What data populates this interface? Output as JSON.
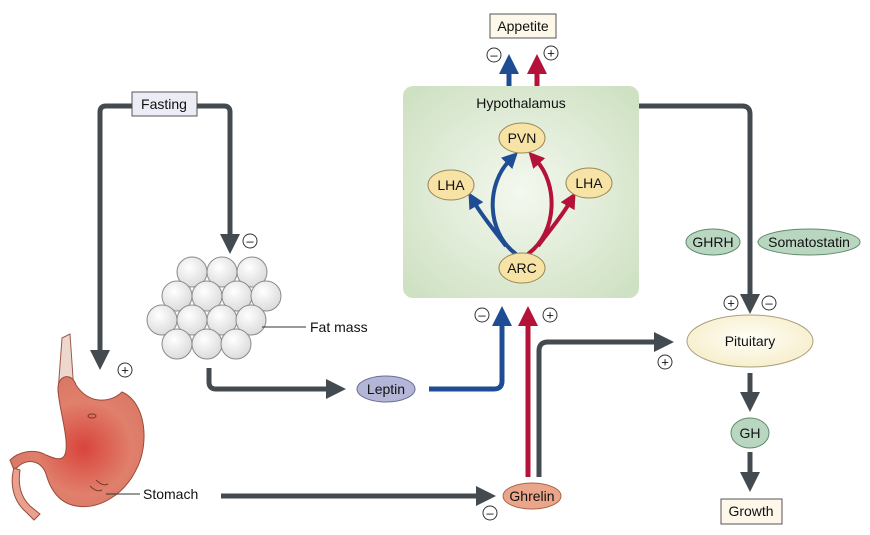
{
  "labels": {
    "appetite": "Appetite",
    "fasting": "Fasting",
    "hypothalamus": "Hypothalamus",
    "pvn": "PVN",
    "lha_left": "LHA",
    "lha_right": "LHA",
    "arc": "ARC",
    "ghrh": "GHRH",
    "somatostatin": "Somatostatin",
    "pituitary": "Pituitary",
    "gh": "GH",
    "growth": "Growth",
    "fat_mass": "Fat mass",
    "leptin": "Leptin",
    "ghrelin": "Ghrelin",
    "stomach": "Stomach"
  },
  "signs": {
    "appetite_leptin": "–",
    "appetite_ghrelin": "+",
    "fasting_fat": "–",
    "fasting_stomach": "+",
    "arc_leptin": "–",
    "arc_ghrelin": "+",
    "pituitary_ghrh": "+",
    "pituitary_somatostatin": "–",
    "pituitary_ghrelin": "+",
    "ghrelin_stomach": "–"
  },
  "colors": {
    "gray_arrow": "#434a50",
    "blue_arrow": "#1f4d93",
    "red_arrow": "#b5123a",
    "hypothalamus_box": "#dbe8d2",
    "nucleus_fill": "#f7e3a6",
    "green_pill": "#b9d6c1",
    "leptin_pill": "#b4b6d8",
    "ghrelin_pill": "#eaa58a",
    "stomach": "#d9735f",
    "fasting_box": "#ececf6",
    "appetite_box": "#fdf8ea"
  }
}
